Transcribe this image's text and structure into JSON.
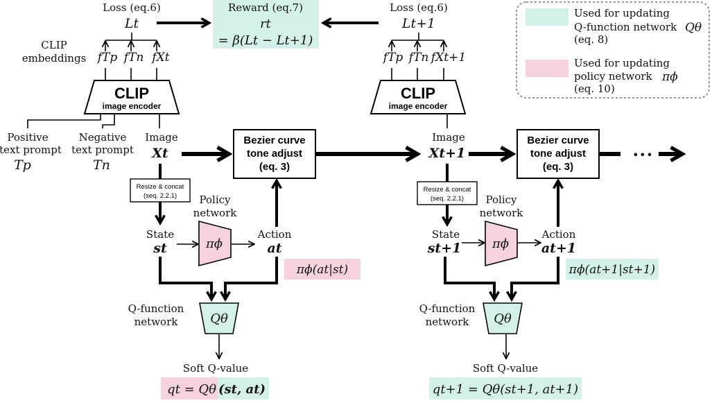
{
  "colors": {
    "q_function_highlight": "#d4f1e9",
    "policy_highlight": "#f6d3dc",
    "legend_border": "#888888"
  },
  "legend": {
    "q_line1": "Used for updating",
    "q_line2": "Q-function network",
    "q_symbol": "Qθ",
    "q_eq": "(eq. 8)",
    "p_line1": "Used for updating",
    "p_line2": "policy network",
    "p_symbol": "πϕ",
    "p_eq": "(eq. 10)"
  },
  "left": {
    "loss_label": "Loss (eq.6)",
    "loss_symbol": "Lt",
    "clip_embeddings_line1": "CLIP",
    "clip_embeddings_line2": "embeddings",
    "f_tp": "fTp",
    "f_tn": "fTn",
    "f_x": "fXt",
    "clip_title": "CLIP",
    "clip_subtitle": "image encoder",
    "pos_prompt_line1": "Positive",
    "pos_prompt_line2": "text prompt",
    "pos_prompt_symbol": "Tp",
    "neg_prompt_line1": "Negative",
    "neg_prompt_line2": "text prompt",
    "neg_prompt_symbol": "Tn",
    "image_label": "Image",
    "image_symbol": "Xt",
    "resize_line1": "Resize & concat",
    "resize_line2": "(seq. 2.2.1)",
    "state_label": "State",
    "state_symbol": "st",
    "policy_line1": "Policy",
    "policy_line2": "network",
    "policy_symbol": "πϕ",
    "action_label": "Action",
    "action_symbol": "at",
    "policy_output": "πϕ(at|st)",
    "bezier_line1": "Bezier curve",
    "bezier_line2": "tone adjust",
    "bezier_line3": "(eq. 3)",
    "qfunc_line1": "Q-function",
    "qfunc_line2": "network",
    "qfunc_symbol": "Qθ",
    "soft_q_label": "Soft Q-value",
    "soft_q_eq_a": "qt = Qθ",
    "soft_q_eq_b": "(st, at)"
  },
  "reward": {
    "line1": "Reward (eq.7)",
    "line2": "rt",
    "line3": "= β(Lt − Lt+1)"
  },
  "right": {
    "loss_label": "Loss (eq.6)",
    "loss_symbol": "Lt+1",
    "f_tp": "fTp",
    "f_tn": "fTn",
    "f_x": "fXt+1",
    "clip_title": "CLIP",
    "clip_subtitle": "image encoder",
    "image_label": "Image",
    "image_symbol": "Xt+1",
    "resize_line1": "Resize & concat",
    "resize_line2": "(seq. 2.2.1)",
    "state_label": "State",
    "state_symbol": "st+1",
    "policy_line1": "Policy",
    "policy_line2": "network",
    "policy_symbol": "πϕ",
    "action_label": "Action",
    "action_symbol": "at+1",
    "policy_output": "πϕ(at+1|st+1)",
    "bezier_line1": "Bezier curve",
    "bezier_line2": "tone adjust",
    "bezier_line3": "(eq. 3)",
    "ellipsis": "• • •",
    "qfunc_line1": "Q-function",
    "qfunc_line2": "network",
    "qfunc_symbol": "Qθ",
    "soft_q_label": "Soft Q-value",
    "soft_q_eq": "qt+1 = Qθ(st+1, at+1)"
  }
}
